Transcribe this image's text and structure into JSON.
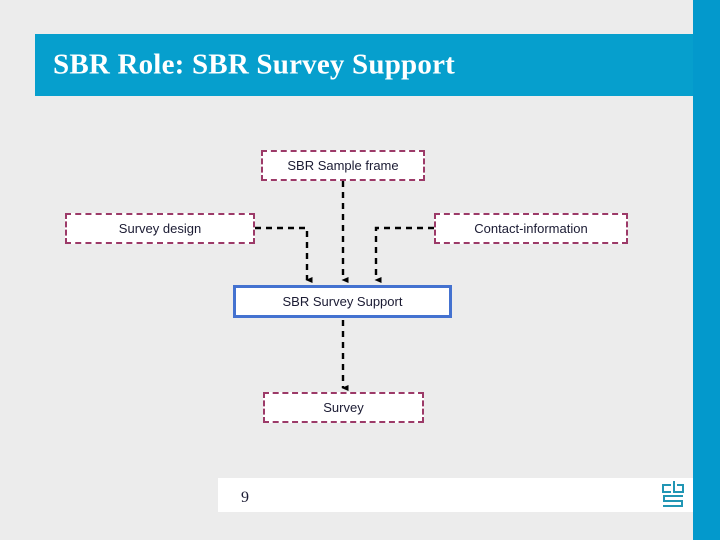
{
  "slide": {
    "title": "SBR Role: SBR Survey Support",
    "background_color": "#ececec",
    "accent_color": "#069fcd",
    "page_number": "9"
  },
  "diagram": {
    "nodes": [
      {
        "id": "sample-frame",
        "label": "SBR Sample frame",
        "style": "dashed",
        "border_color": "#9c3a68"
      },
      {
        "id": "survey-design",
        "label": "Survey design",
        "style": "dashed",
        "border_color": "#9c3a68"
      },
      {
        "id": "contact-info",
        "label": "Contact-information",
        "style": "dashed",
        "border_color": "#9c3a68"
      },
      {
        "id": "survey-support",
        "label": "SBR Survey Support",
        "style": "solid-blue",
        "border_color": "#4472d0"
      },
      {
        "id": "survey",
        "label": "Survey",
        "style": "dashed",
        "border_color": "#9c3a68"
      }
    ],
    "edges": [
      {
        "from": "survey-design",
        "to": "survey-support",
        "style": "dashed-arrow",
        "color": "#000000"
      },
      {
        "from": "sample-frame",
        "to": "survey-support",
        "style": "dashed-arrow",
        "color": "#000000"
      },
      {
        "from": "contact-info",
        "to": "survey-support",
        "style": "dashed-arrow",
        "color": "#000000"
      },
      {
        "from": "survey-support",
        "to": "survey",
        "style": "dashed-arrow",
        "color": "#000000"
      }
    ]
  },
  "footer": {
    "logo_name": "cbs-logo",
    "logo_color": "#2196b4"
  }
}
